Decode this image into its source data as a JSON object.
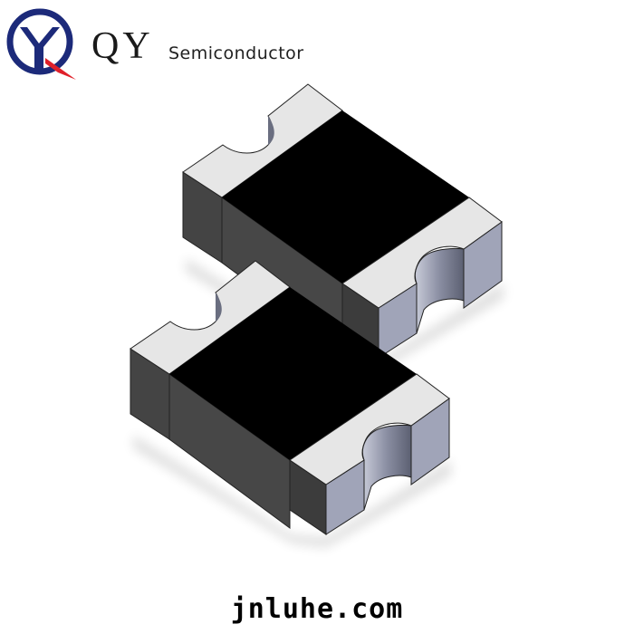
{
  "logo": {
    "brand": "QY",
    "tagline": "Semiconductor",
    "colors": {
      "ring": "#1c2a7a",
      "accent": "#e0202a"
    }
  },
  "product": {
    "description": "Two SMD chip components (isometric 3D render) with castellated end terminals",
    "count": 2,
    "colors": {
      "body_top": "#000000",
      "body_side": "#444444",
      "terminal_top": "#e6e6e6",
      "terminal_side": "#a0a4b8",
      "terminal_dark": "#3c3c3c"
    }
  },
  "footer": {
    "website": "jnluhe.com"
  }
}
